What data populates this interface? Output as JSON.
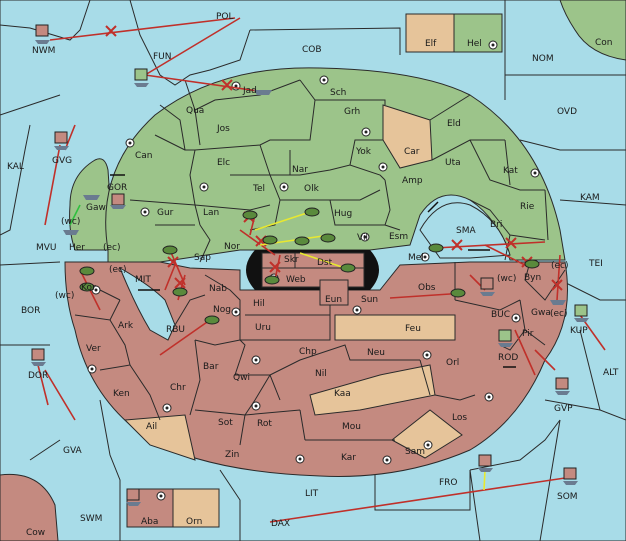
{
  "colors": {
    "sea": "#a8dce8",
    "player_green": "#9cc48a",
    "player_red": "#c48a80",
    "neutral": "#e6c49a",
    "order_line": "#c0302a",
    "support_line": "#e8e830",
    "convoy_line": "#30c040"
  },
  "regions": {
    "NWM": "NWM",
    "POL": "POL",
    "COB": "COB",
    "NOM": "NOM",
    "Con": "Con",
    "Elf": "Elf",
    "Hel": "Hel",
    "FUN": "FUN",
    "Jad": "Jad",
    "Sch": "Sch",
    "Qua": "Qua",
    "Jos": "Jos",
    "Grh": "Grh",
    "Eld": "Eld",
    "OVD": "OVD",
    "Can": "Can",
    "Yok": "Yok",
    "Car": "Car",
    "Uta": "Uta",
    "Kat": "Kat",
    "KAL": "KAL",
    "GVG": "GVG",
    "Elc": "Elc",
    "Nar": "Nar",
    "Amp": "Amp",
    "KAM": "KAM",
    "GOR": "GOR",
    "Tel": "Tel",
    "Olk": "Olk",
    "Rie": "Rie",
    "Gaw": "Gaw",
    "Gur": "Gur",
    "Lan": "Lan",
    "Hug": "Hug",
    "Bri": "Bri",
    "wc1": "(wc)",
    "Esm": "Esm",
    "SMA": "SMA",
    "MVU": "MVU",
    "Her": "Her",
    "ec1": "(ec)",
    "Nor": "Nor",
    "Vil": "Vil",
    "Mel": "Mel",
    "TEI": "TEI",
    "Sap": "Sap",
    "Skr": "Skr",
    "Dst": "Dst",
    "ec2": "(ec)",
    "Byn": "Byn",
    "ec3": "(ec)",
    "wc2": "(wc)",
    "Kor": "Kor",
    "MIT": "MIT",
    "Web": "Web",
    "Nab": "Nab",
    "Obs": "Obs",
    "wc3": "(wc)",
    "BOR": "BOR",
    "Hil": "Hil",
    "Eun": "Eun",
    "Sun": "Sun",
    "Gwa": "Gwa",
    "ec4": "(ec)",
    "KUP": "KUP",
    "Ark": "Ark",
    "RBU": "RBU",
    "Nog": "Nog",
    "Uru": "Uru",
    "Feu": "Feu",
    "BUC": "BUC",
    "Pir": "Pir",
    "Ver": "Ver",
    "Chp": "Chp",
    "Neu": "Neu",
    "ROD": "ROD",
    "DOR": "DOR",
    "Bar": "Bar",
    "Nil": "Nil",
    "Orl": "Orl",
    "ALT": "ALT",
    "Ken": "Ken",
    "Qwi": "Qwi",
    "Chr": "Chr",
    "Kaa": "Kaa",
    "GVP": "GVP",
    "Sot": "Sot",
    "Rot": "Rot",
    "Los": "Los",
    "Ail": "Ail",
    "Mou": "Mou",
    "GVA": "GVA",
    "Zin": "Zin",
    "Sam": "Sam",
    "Kar": "Kar",
    "FRO": "FRO",
    "LIT": "LIT",
    "SOM": "SOM",
    "SWM": "SWM",
    "Aba": "Aba",
    "Orn": "Orn",
    "DAX": "DAX",
    "Cow": "Cow"
  }
}
